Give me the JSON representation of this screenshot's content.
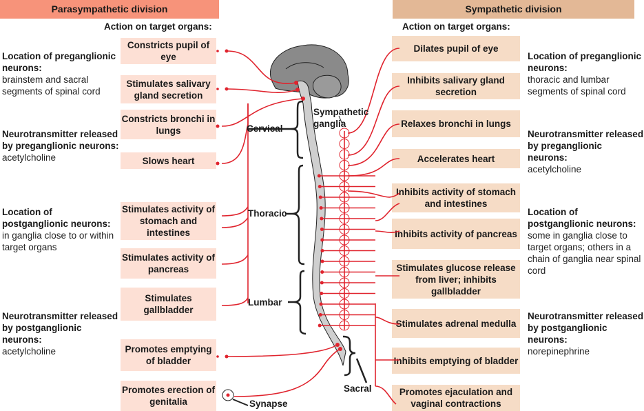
{
  "headers": {
    "parasympathetic": "Parasympathetic division",
    "sympathetic": "Sympathetic division"
  },
  "action_heading": "Action on target organs:",
  "parasympathetic": {
    "actions": [
      "Constricts pupil of eye",
      "Stimulates salivary gland secretion",
      "Constricts bronchi in lungs",
      "Slows heart",
      "Stimulates activity of stomach and intestines",
      "Stimulates activity of pancreas",
      "Stimulates gallbladder",
      "Promotes emptying of bladder",
      "Promotes erection of genitalia"
    ],
    "info": [
      {
        "title": "Location of preganglionic neurons:",
        "value": "brainstem and sacral segments of spinal cord"
      },
      {
        "title": "Neurotransmitter released by preganglionic neurons:",
        "value": "acetylcholine"
      },
      {
        "title": "Location of postganglionic neurons:",
        "value": "in ganglia close to or within target organs"
      },
      {
        "title": "Neurotransmitter released by postganglionic neurons:",
        "value": "acetylcholine"
      }
    ]
  },
  "sympathetic": {
    "actions": [
      "Dilates pupil of eye",
      "Inhibits salivary gland secretion",
      "Relaxes bronchi in lungs",
      "Accelerates heart",
      "Inhibits activity of stomach and intestines",
      "Inhibits activity of pancreas",
      "Stimulates glucose release from liver; inhibits gallbladder",
      "Stimulates adrenal medulla",
      "Inhibits emptying of bladder",
      "Promotes ejaculation and vaginal contractions"
    ],
    "info": [
      {
        "title": "Location of preganglionic neurons:",
        "value": "thoracic and lumbar segments of spinal cord"
      },
      {
        "title": "Neurotransmitter released by preganglionic neurons:",
        "value": "acetylcholine"
      },
      {
        "title": "Location of postganglionic neurons:",
        "value": "some in ganglia close to target organs; others in a chain of ganglia near spinal cord"
      },
      {
        "title": "Neurotransmitter released by postganglionic neurons:",
        "value": "norepinephrine"
      }
    ]
  },
  "regions": {
    "cervical": "Cervical",
    "thoracic": "Thoracic",
    "lumbar": "Lumbar",
    "sacral": "Sacral"
  },
  "labels": {
    "sympathetic_ganglia": "Sympathetic ganglia",
    "synapse": "Synapse"
  },
  "colors": {
    "nerve": "#e0242e",
    "para_header": "#f7937a",
    "symp_header": "#e3b896",
    "para_box": "#fde0d5",
    "symp_box": "#f6dcc6",
    "brain": "#8a8a8a",
    "cord": "#cfcfcf"
  }
}
